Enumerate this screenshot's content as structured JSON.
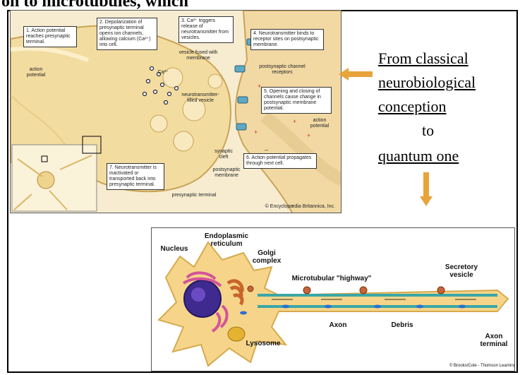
{
  "heading": {
    "text": "on to microtubules, which"
  },
  "top_diagram": {
    "captions": [
      "1. Action potential reaches presynaptic terminal.",
      "2. Depolarization of presynaptic terminal opens ion channels, allowing calcium (Ca²⁺) into cell.",
      "3. Ca²⁺ triggers release of neurotransmitter from vesicles.",
      "4. Neurotransmitter binds to receptor sites on postsynaptic membrane.",
      "5. Opening and closing of channels cause change in postsynaptic membrane potential.",
      "6. Action potential propagates through next cell.",
      "7. Neurotransmitter is inactivated or transported back into presynaptic terminal."
    ],
    "labels": {
      "action_potential_left": "action potential",
      "ca": "Ca²⁺",
      "vesicle_fused": "vesicle fused with membrane",
      "nt_vesicle": "neurotransmitter-filled vesicle",
      "postsynaptic_receptors": "postsynaptic channel receptors",
      "action_potential_right": "action potential",
      "synaptic_cleft": "synaptic cleft",
      "postsynaptic_membrane": "postsynaptic membrane",
      "presynaptic_terminal": "presynaptic terminal",
      "copyright": "© Encyclopædia Britannica, Inc."
    }
  },
  "right_text": {
    "line1": "From classical",
    "line2": "neurobiological",
    "line3": "conception",
    "line4": "to",
    "line5": "quantum one"
  },
  "colors": {
    "arrow": "#e8a33a",
    "tissue": "#f3dfa6",
    "neuron": "#f6d58a"
  },
  "bottom_diagram": {
    "labels": {
      "nucleus": "Nucleus",
      "er": "Endoplasmic reticulum",
      "golgi": "Golgi complex",
      "highway": "Microtubular \"highway\"",
      "secretory": "Secretory vesicle",
      "axon": "Axon",
      "debris": "Debris",
      "lysosome": "Lysosome",
      "terminal": "Axon terminal",
      "credit": "© Brooks/Cole - Thomson Learning"
    }
  }
}
